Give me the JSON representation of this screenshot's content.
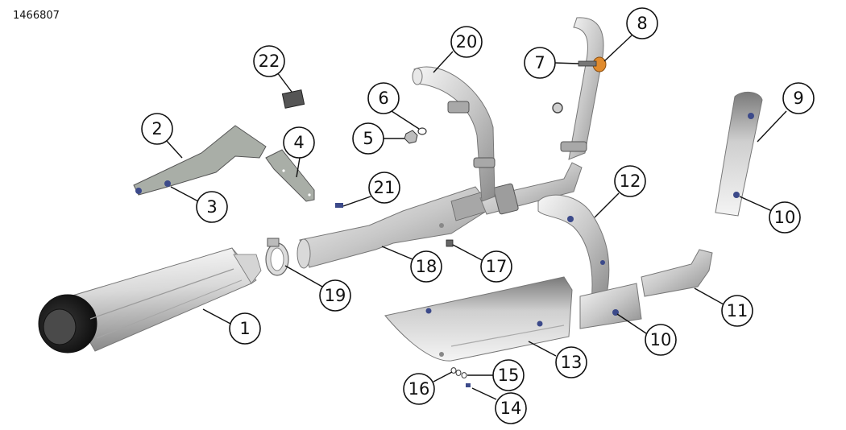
{
  "diagram_id": "1466807",
  "colors": {
    "steel_light": "#f2f2f2",
    "steel_mid": "#c4c4c4",
    "steel_dark": "#7d7d7d",
    "bracket": "#a9aea7",
    "tip_black": "#1d1d1d",
    "fastener_blue": "#3c4a8a",
    "clamp_orange": "#e08a2c",
    "outline": "#222222"
  },
  "callouts": [
    {
      "id": "c1",
      "number": "1",
      "part": "muffler"
    },
    {
      "id": "c2",
      "number": "2",
      "part": "mounting-bracket"
    },
    {
      "id": "c3",
      "number": "3",
      "part": "bracket-screw"
    },
    {
      "id": "c4",
      "number": "4",
      "part": "support-bracket"
    },
    {
      "id": "c5",
      "number": "5",
      "part": "hex-nut"
    },
    {
      "id": "c6",
      "number": "6",
      "part": "washer"
    },
    {
      "id": "c7",
      "number": "7",
      "part": "clamp-screw"
    },
    {
      "id": "c8",
      "number": "8",
      "part": "band-clamp"
    },
    {
      "id": "c9",
      "number": "9",
      "part": "front-heat-shield"
    },
    {
      "id": "c10a",
      "number": "10",
      "part": "shield-clamp-upper"
    },
    {
      "id": "c10b",
      "number": "10",
      "part": "shield-clamp-lower"
    },
    {
      "id": "c11",
      "number": "11",
      "part": "rear-header-extension"
    },
    {
      "id": "c12",
      "number": "12",
      "part": "rear-heat-shield"
    },
    {
      "id": "c13",
      "number": "13",
      "part": "lower-heat-shield"
    },
    {
      "id": "c14",
      "number": "14",
      "part": "shield-screw"
    },
    {
      "id": "c15",
      "number": "15",
      "part": "lock-washer"
    },
    {
      "id": "c16",
      "number": "16",
      "part": "spacer-set"
    },
    {
      "id": "c17",
      "number": "17",
      "part": "sensor-plug"
    },
    {
      "id": "c18",
      "number": "18",
      "part": "collector-pipe"
    },
    {
      "id": "c19",
      "number": "19",
      "part": "muffler-clamp"
    },
    {
      "id": "c20",
      "number": "20",
      "part": "front-header-pipe"
    },
    {
      "id": "c21",
      "number": "21",
      "part": "mount-bolt"
    },
    {
      "id": "c22",
      "number": "22",
      "part": "label"
    }
  ]
}
